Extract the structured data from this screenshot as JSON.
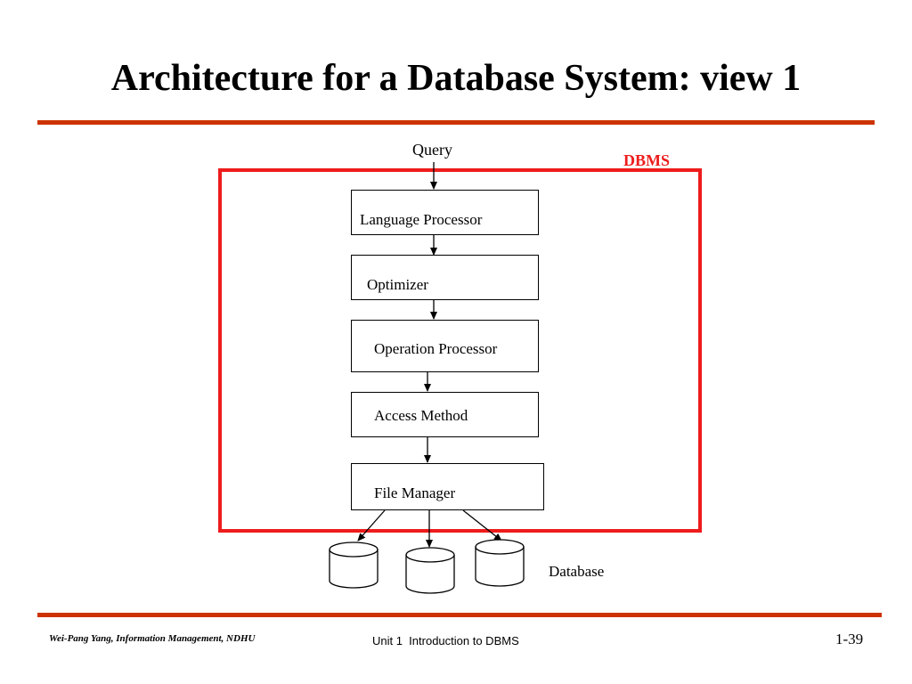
{
  "title": "Architecture for a Database System: view 1",
  "diagram": {
    "input_label": "Query",
    "system_label": "DBMS",
    "components": [
      {
        "label": "Language Processor"
      },
      {
        "label": "Optimizer"
      },
      {
        "label": "Operation Processor"
      },
      {
        "label": "Access Method"
      },
      {
        "label": "File Manager"
      }
    ],
    "storage_label": "Database"
  },
  "footer": {
    "author": "Wei-Pang Yang, Information Management, NDHU",
    "unit": "Unit 1  Introduction to DBMS",
    "page": "1-39"
  },
  "colors": {
    "rule": "#cc3300",
    "dbms_frame": "#ee1c1c"
  }
}
